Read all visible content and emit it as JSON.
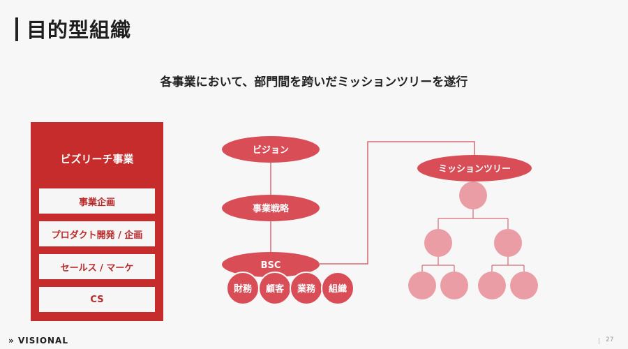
{
  "slide": {
    "title": "目的型組織",
    "subtitle": "各事業において、部門間を跨いだミッションツリーを遂行",
    "page_number": "27"
  },
  "business_panel": {
    "title": "ビズリーチ事業",
    "items": [
      "事業企画",
      "プロダクト開発 / 企画",
      "セールス / マーケ",
      "CS"
    ]
  },
  "flow": {
    "vision": "ビジョン",
    "strategy": "事業戦略",
    "bsc": "BSC",
    "bsc_parts": [
      "財務",
      "顧客",
      "業務",
      "組織"
    ],
    "mission_tree": "ミッションツリー"
  },
  "footer": {
    "logo_text": "VISIONAL",
    "logo_mark": "»"
  },
  "colors": {
    "accent_red": "#c62c2c",
    "ellipse_red": "#d94d57",
    "light_node": "#eb9da5",
    "line": "#d66a74"
  }
}
